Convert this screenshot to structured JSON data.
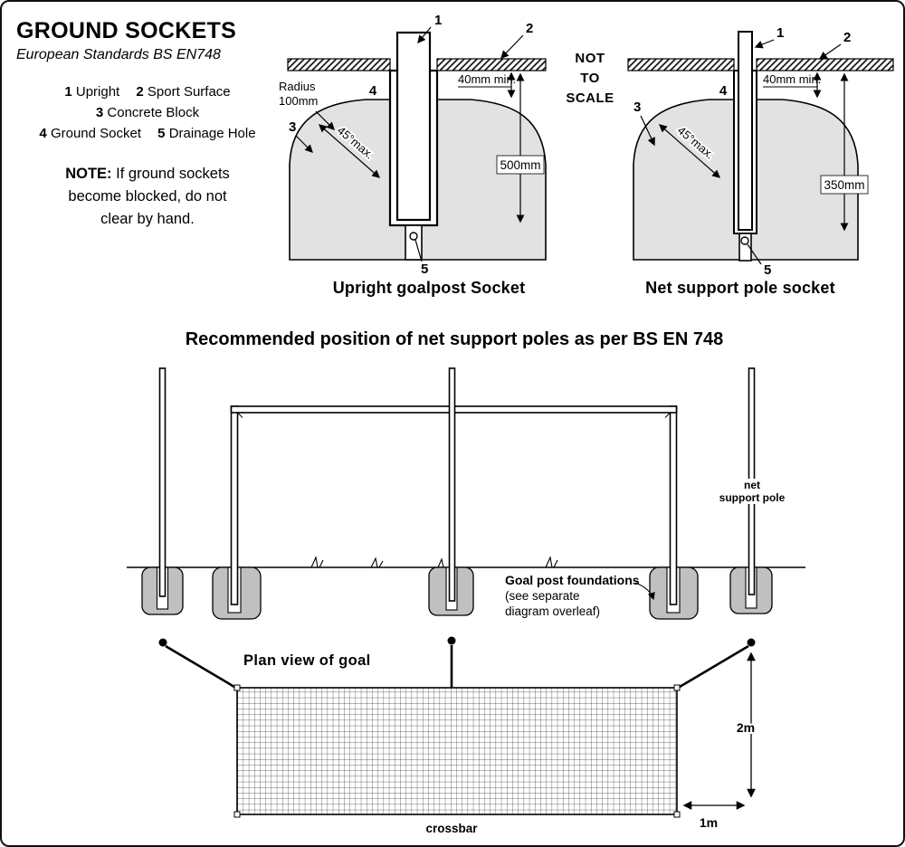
{
  "header": {
    "title": "GROUND SOCKETS",
    "subtitle": "European Standards BS EN748",
    "legend": [
      {
        "num": "1",
        "label": "Upright"
      },
      {
        "num": "2",
        "label": "Sport Surface"
      },
      {
        "num": "3",
        "label": "Concrete Block"
      },
      {
        "num": "4",
        "label": "Ground Socket"
      },
      {
        "num": "5",
        "label": "Drainage Hole"
      }
    ],
    "note_label": "NOTE:",
    "note_line1": "If ground sockets",
    "note_line2": "become blocked, do not",
    "note_line3": "clear by hand."
  },
  "scale_note": {
    "line1": "NOT",
    "line2": "TO",
    "line3": "SCALE"
  },
  "upright_socket": {
    "caption": "Upright goalpost Socket",
    "label_1": "1",
    "label_2": "2",
    "label_3": "3",
    "label_4": "4",
    "label_5": "5",
    "radius_line1": "Radius",
    "radius_line2": "100mm",
    "angle": "45°max.",
    "dim_surface": "40mm min.",
    "dim_depth": "500mm"
  },
  "net_socket": {
    "caption": "Net support pole socket",
    "label_1": "1",
    "label_2": "2",
    "label_3": "3",
    "label_4": "4",
    "label_5": "5",
    "angle": "45°max.",
    "dim_surface": "40mm min.",
    "dim_depth": "350mm"
  },
  "elevation": {
    "title": "Recommended position of net support poles as per BS EN 748",
    "pole_label_line1": "net",
    "pole_label_line2": "support pole",
    "foundations_line1": "Goal post foundations",
    "foundations_line2": "(see separate",
    "foundations_line3": "diagram overleaf)"
  },
  "plan": {
    "title": "Plan view of goal",
    "dim_depth": "2m",
    "dim_offset": "1m",
    "crossbar": "crossbar"
  },
  "colors": {
    "concrete": "#e2e2e2",
    "foundation": "#c0c0c0",
    "line": "#000000"
  }
}
